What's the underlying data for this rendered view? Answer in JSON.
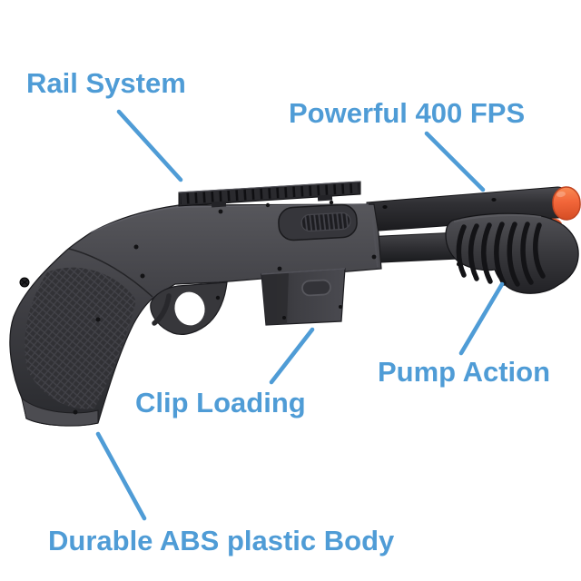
{
  "figure": {
    "background_color": "#ffffff",
    "label_color": "#4f9cd6",
    "leader_line_color": "#4f9cd6",
    "gun_body_color": "#3a3a3e",
    "muzzle_tip_color": "#f2663a",
    "subject": "Black pump-action airsoft shotgun with orange muzzle tip, pistol grip, top rail and detachable clip"
  },
  "callouts": [
    {
      "id": "rail-system",
      "label": "Rail System",
      "target_part": "top-rail"
    },
    {
      "id": "powerful-400-fps",
      "label": "Powerful 400 FPS",
      "target_part": "barrel-muzzle"
    },
    {
      "id": "pump-action",
      "label": "Pump Action",
      "target_part": "pump-grip"
    },
    {
      "id": "clip-loading",
      "label": "Clip Loading",
      "target_part": "magazine-clip"
    },
    {
      "id": "durable-abs-plastic-body",
      "label": "Durable ABS plastic Body",
      "target_part": "pistol-grip-body"
    }
  ]
}
